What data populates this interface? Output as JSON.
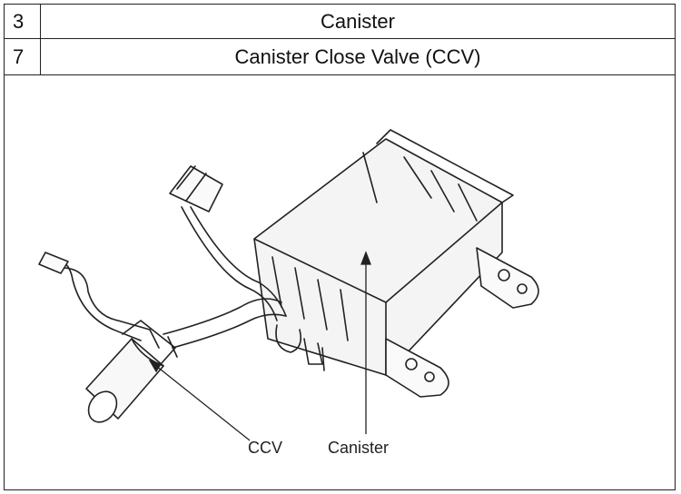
{
  "table": {
    "rows": [
      {
        "number": "3",
        "label": "Canister"
      },
      {
        "number": "7",
        "label": "Canister Close Valve (CCV)"
      }
    ]
  },
  "figure": {
    "callouts": {
      "ccv": "CCV",
      "canister": "Canister"
    }
  }
}
